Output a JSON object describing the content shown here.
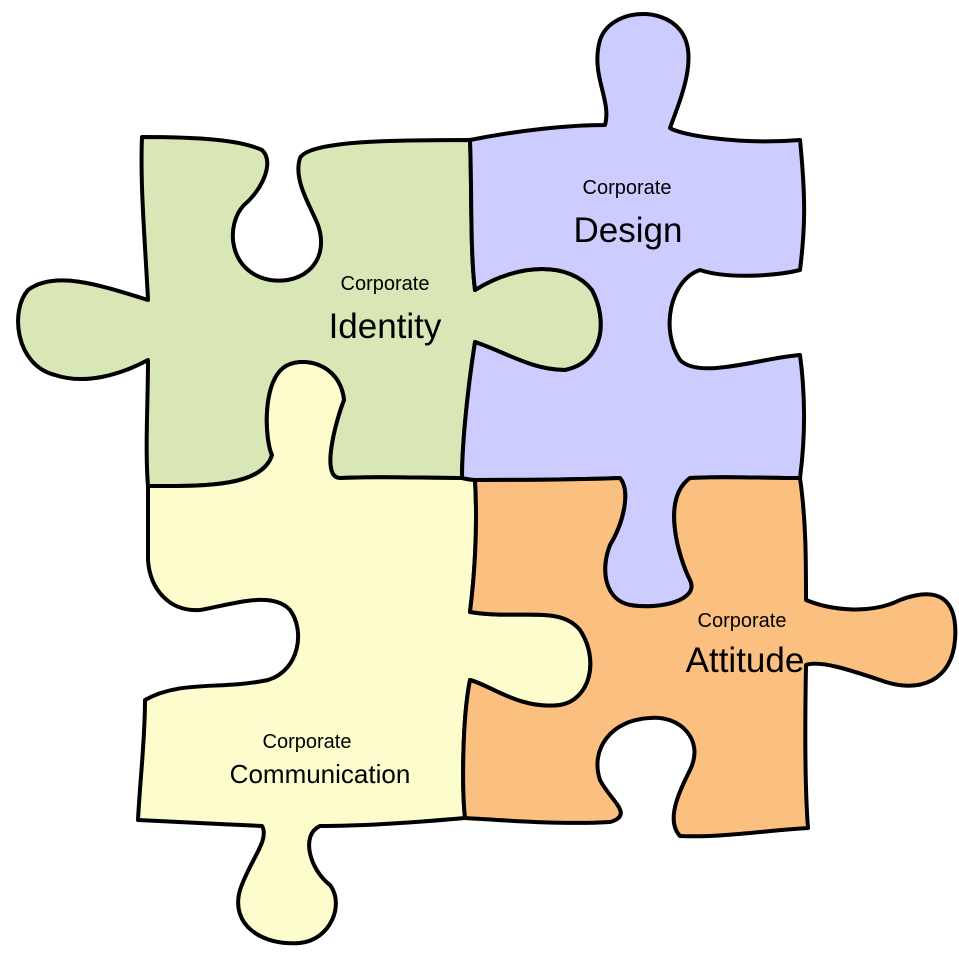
{
  "pieces": {
    "identity": {
      "line1": "Corporate",
      "line2": "Identity",
      "color": "#d9e6b5"
    },
    "design": {
      "line1": "Corporate",
      "line2": "Design",
      "color": "#ccccff"
    },
    "communication": {
      "line1": "Corporate",
      "line2": "Communication",
      "color": "#fdfccd"
    },
    "attitude": {
      "line1": "Corporate",
      "line2": "Attitude",
      "color": "#fbbf7f"
    }
  }
}
